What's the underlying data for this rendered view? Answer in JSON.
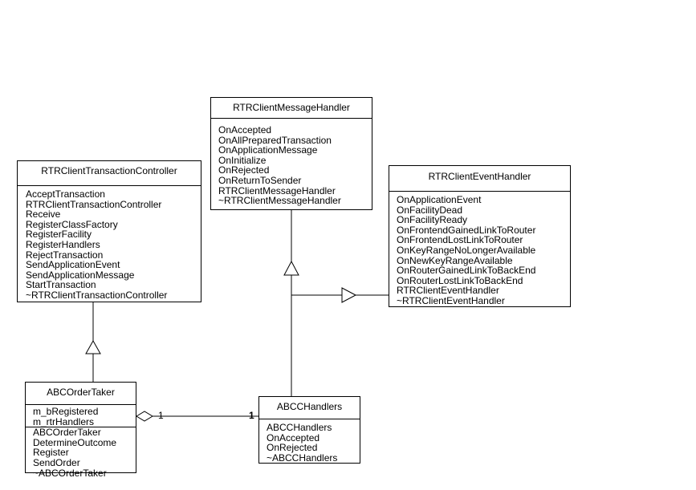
{
  "classes": {
    "message_handler": {
      "name": "RTRClientMessageHandler",
      "operations": [
        "OnAccepted",
        "OnAllPreparedTransaction",
        "OnApplicationMessage",
        "OnInitialize",
        "OnRejected",
        "OnReturnToSender",
        "RTRClientMessageHandler",
        "~RTRClientMessageHandler"
      ]
    },
    "transaction_controller": {
      "name": "RTRClientTransactionController",
      "operations": [
        "AcceptTransaction",
        "RTRClientTransactionController",
        "Receive",
        "RegisterClassFactory",
        "RegisterFacility",
        "RegisterHandlers",
        "RejectTransaction",
        "SendApplicationEvent",
        "SendApplicationMessage",
        "StartTransaction",
        "~RTRClientTransactionController"
      ]
    },
    "event_handler": {
      "name": "RTRClientEventHandler",
      "operations": [
        "OnApplicationEvent",
        "OnFacilityDead",
        "OnFacilityReady",
        "OnFrontendGainedLinkToRouter",
        "OnFrontendLostLinkToRouter",
        "OnKeyRangeNoLongerAvailable",
        "OnNewKeyRangeAvailable",
        "OnRouterGainedLinkToBackEnd",
        "OnRouterLostLinkToBackEnd",
        "RTRClientEventHandler",
        "~RTRClientEventHandler"
      ]
    },
    "order_taker": {
      "name": "ABCOrderTaker",
      "attributes": [
        "m_bRegistered",
        "m_rtrHandlers"
      ],
      "operations": [
        "ABCOrderTaker",
        "DetermineOutcome",
        "Register",
        "SendOrder",
        "~ABCOrderTaker"
      ]
    },
    "abc_handlers": {
      "name": "ABCCHandlers",
      "operations": [
        "ABCCHandlers",
        "OnAccepted",
        "OnRejected",
        "~ABCCHandlers"
      ]
    }
  },
  "association": {
    "multiplicity_left": "1",
    "multiplicity_right": "1"
  }
}
